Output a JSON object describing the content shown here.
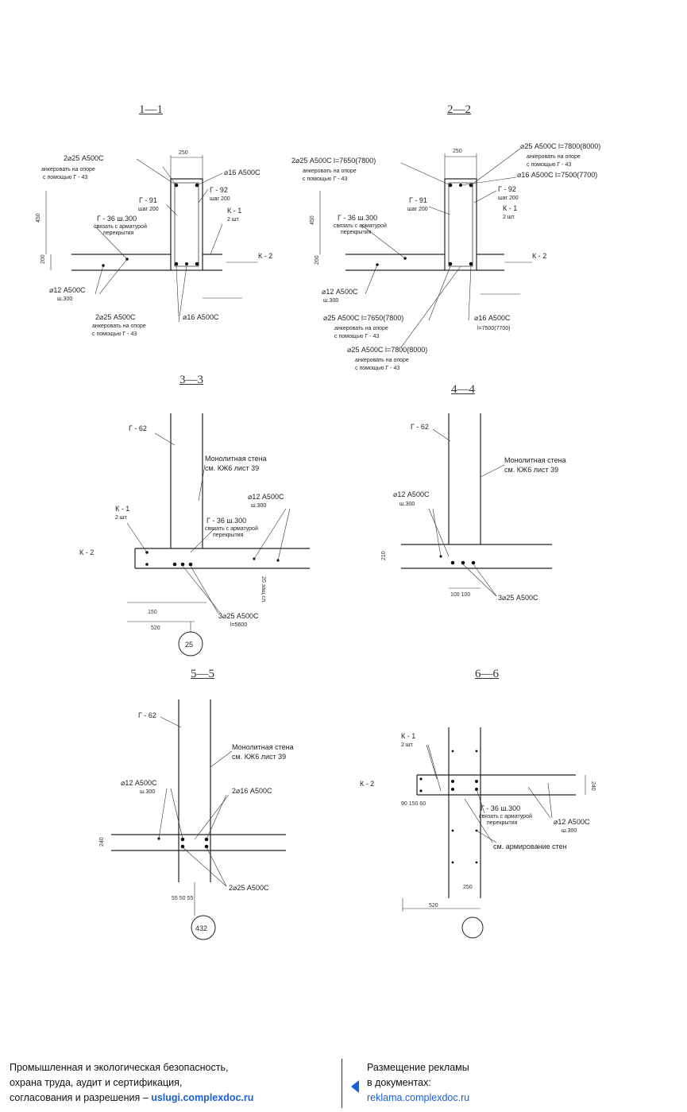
{
  "sections": {
    "s1": {
      "title": "1—1",
      "l1": "2⌀25 А500С",
      "l2": "анкеровать на опоре",
      "l3": "с помощью Г - 43",
      "l4": "⌀16 А500С",
      "l5": "Г - 92",
      "l6": "шаг 200",
      "l7": "Г - 91",
      "l8": "шаг 200",
      "l9": "К - 1",
      "l10": "2 шт.",
      "l11": "Г - 36 ш.300",
      "l12": "связать с арматурой",
      "l13": "перекрытия",
      "l14": "К - 2",
      "l15": "⌀12 А500С",
      "l16": "ш.300",
      "l17": "2⌀25 А500С",
      "l18": "анкеровать на опоре",
      "l19": "с помощью Г - 43",
      "l20": "⌀16 А500С"
    },
    "s2": {
      "title": "2—2",
      "l1": "2⌀25 А500С l=7650(7800)",
      "l2": "анкеровать на опоре",
      "l3": "с помощью Г - 43",
      "l4": "⌀25 А500С l=7800(8000)",
      "l5": "анкеровать на опоре",
      "l6": "с помощью Г - 43",
      "l7": "⌀16 А500С l=7500(7700)",
      "l8": "Г - 92",
      "l9": "шаг 200",
      "l10": "К - 1",
      "l11": "2 шт.",
      "l12": "Г - 91",
      "l13": "шаг 200",
      "l14": "Г - 36 ш.300",
      "l15": "связать с арматурой",
      "l16": "перекрытия",
      "l17": "К - 2",
      "l18": "⌀12 А500С",
      "l19": "ш.300",
      "l20": "⌀25 А500С l=7650(7800)",
      "l21": "анкеровать на опоре",
      "l22": "с помощью Г - 43",
      "l23": "⌀16 А500С",
      "l24": "l=7500(7700)",
      "l25": "⌀25 А500С l=7800(8000)",
      "l26": "анкеровать на опоре",
      "l27": "с помощью Г - 43"
    },
    "s3": {
      "title": "3—3",
      "l1": "Г - 62",
      "l2": "Монолитная стена",
      "l3": "см. КЖ6 лист 39",
      "l4": "⌀12 А500С",
      "l5": "ш.300",
      "l6": "К - 1",
      "l7": "2 шт.",
      "l8": "Г - 36 ш.300",
      "l9": "связать с арматурой",
      "l10": "перекрытия",
      "l11": "К - 2",
      "l12": "3⌀25 А500С",
      "l13": "l=5600",
      "l14": "25"
    },
    "s4": {
      "title": "4—4",
      "l1": "Г - 62",
      "l2": "Монолитная стена",
      "l3": "см. КЖ6 лист 39",
      "l4": "⌀12 А500С",
      "l5": "ш.300",
      "l6": "3⌀25 А500С"
    },
    "s5": {
      "title": "5—5",
      "l1": "Г - 62",
      "l2": "Монолитная стена",
      "l3": "см. КЖ6 лист 39",
      "l4": "⌀12 А500С",
      "l5": "ш.300",
      "l6": "2⌀16 А500С",
      "l7": "2⌀25 А500С",
      "l8": "432"
    },
    "s6": {
      "title": "6—6",
      "l1": "К - 1",
      "l2": "2 шт.",
      "l3": "К - 2",
      "l4": "Г - 36 ш.300",
      "l5": "связать с арматурой",
      "l6": "перекрытия",
      "l7": "⌀12 А500С",
      "l8": "ш.300",
      "l9": "см. армирование стен"
    }
  },
  "footer": {
    "left_line1": "Промышленная и экологическая безопасность,",
    "left_line2": "охрана труда, аудит и сертификация,",
    "left_line3": "согласования и разрешения –",
    "left_link": "uslugi.complexdoc.ru",
    "right_line1": "Размещение рекламы",
    "right_line2": "в документах:",
    "right_link": "reklama.complexdoc.ru"
  }
}
